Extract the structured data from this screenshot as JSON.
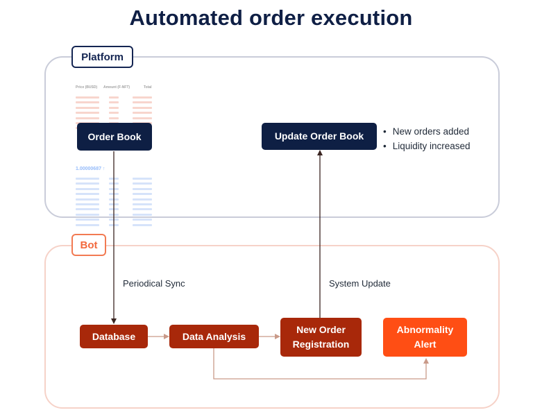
{
  "title": "Automated order execution",
  "platform": {
    "tag": "Platform",
    "order_book_label": "Order Book",
    "update_order_book_label": "Update Order Book",
    "update_notes": [
      "New orders added",
      "Liquidity increased"
    ],
    "order_book_table": {
      "headers": [
        "Price (BUSD)",
        "Amount (F-NFT)",
        "Total"
      ],
      "mid_price": "1.00000687 ↑"
    }
  },
  "bot": {
    "tag": "Bot",
    "database_label": "Database",
    "data_analysis_label": "Data Analysis",
    "new_order_label_line1": "New Order",
    "new_order_label_line2": "Registration",
    "alert_label_line1": "Abnormality",
    "alert_label_line2": "Alert"
  },
  "edges": {
    "periodical_sync": "Periodical Sync",
    "system_update": "System Update"
  },
  "colors": {
    "title": "#0f1f45",
    "navy_box": "#0e1f44",
    "rust_box": "#a8280a",
    "alert_box": "#ff4e14",
    "platform_border": "#c9ccd9",
    "bot_border": "#f6d2c8",
    "bot_tag": "#f2693d",
    "connector": "#c99a89"
  }
}
